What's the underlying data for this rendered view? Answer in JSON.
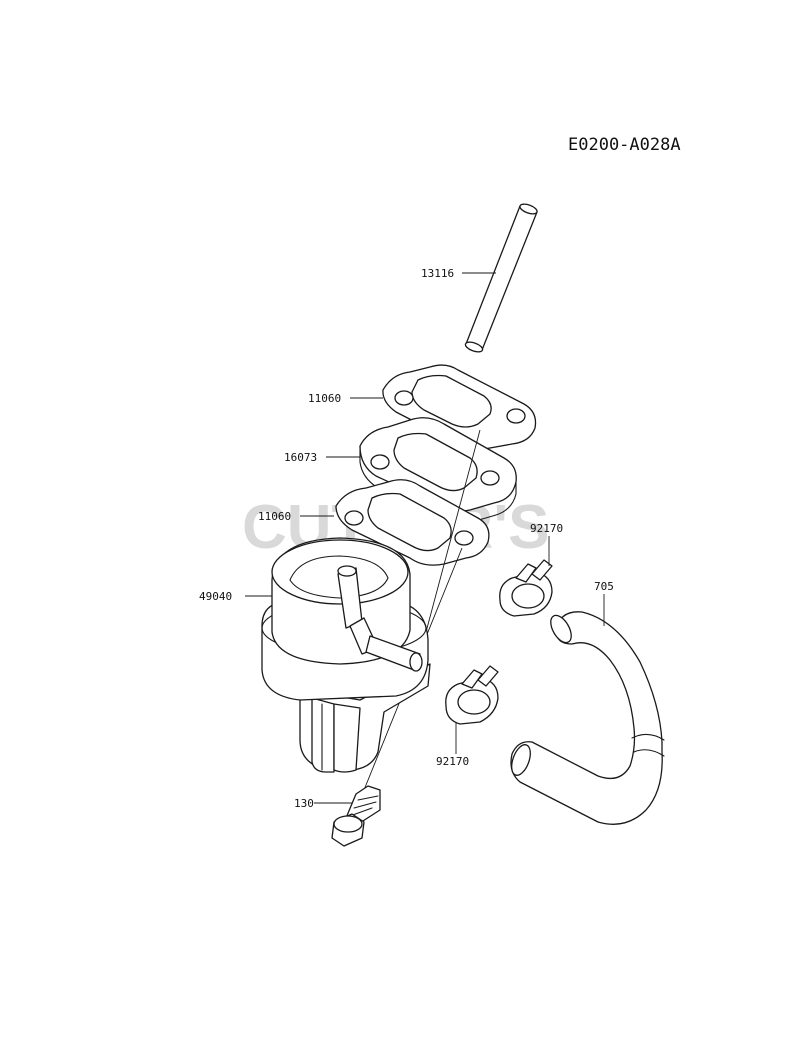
{
  "diagram": {
    "code": "E0200-A028A",
    "watermark": "CUTLER'S",
    "callouts": {
      "rod": "13116",
      "gasket_top": "11060",
      "insulator": "16073",
      "gasket_bottom": "11060",
      "pump": "49040",
      "clamp_upper": "92170",
      "hose": "705",
      "clamp_lower": "92170",
      "bolt": "130"
    }
  }
}
